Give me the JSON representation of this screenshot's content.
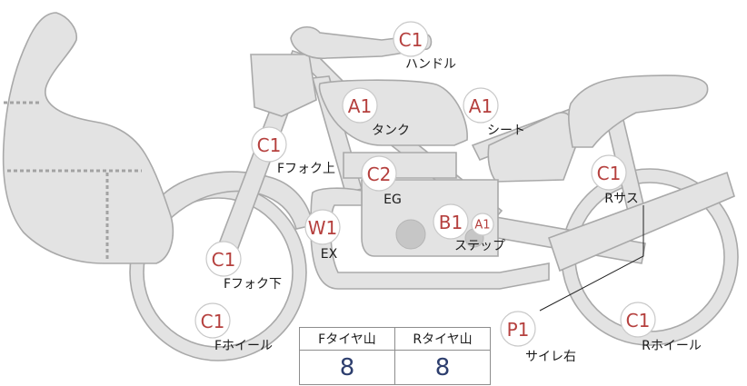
{
  "parts": [
    {
      "id": "handle",
      "grade": "C1",
      "label": "ハンドル"
    },
    {
      "id": "tank",
      "grade": "A1",
      "label": "タンク"
    },
    {
      "id": "seat",
      "grade": "A1",
      "label": "シート"
    },
    {
      "id": "ffork-upper",
      "grade": "C1",
      "label": "Fフォク上"
    },
    {
      "id": "engine",
      "grade": "C2",
      "label": "EG"
    },
    {
      "id": "rear-sus",
      "grade": "C1",
      "label": "Rサス"
    },
    {
      "id": "exhaust",
      "grade": "W1",
      "label": "EX"
    },
    {
      "id": "step",
      "grade": "B1",
      "label": "ステップ"
    },
    {
      "id": "step-sub",
      "grade": "A1",
      "label": ""
    },
    {
      "id": "ffork-lower",
      "grade": "C1",
      "label": "Fフォク下"
    },
    {
      "id": "fwheel",
      "grade": "C1",
      "label": "Fホイール"
    },
    {
      "id": "muffler-right",
      "grade": "P1",
      "label": "サイレ右"
    },
    {
      "id": "rwheel",
      "grade": "C1",
      "label": "Rホイール"
    }
  ],
  "tread": {
    "front_label": "Fタイヤ山",
    "rear_label": "Rタイヤ山",
    "front_value": "8",
    "rear_value": "8"
  },
  "colors": {
    "grade_text": "#b5403e",
    "tread_value": "#2d3e6e",
    "part_fill": "#e3e3e3",
    "part_stroke": "#a9a9a9"
  }
}
